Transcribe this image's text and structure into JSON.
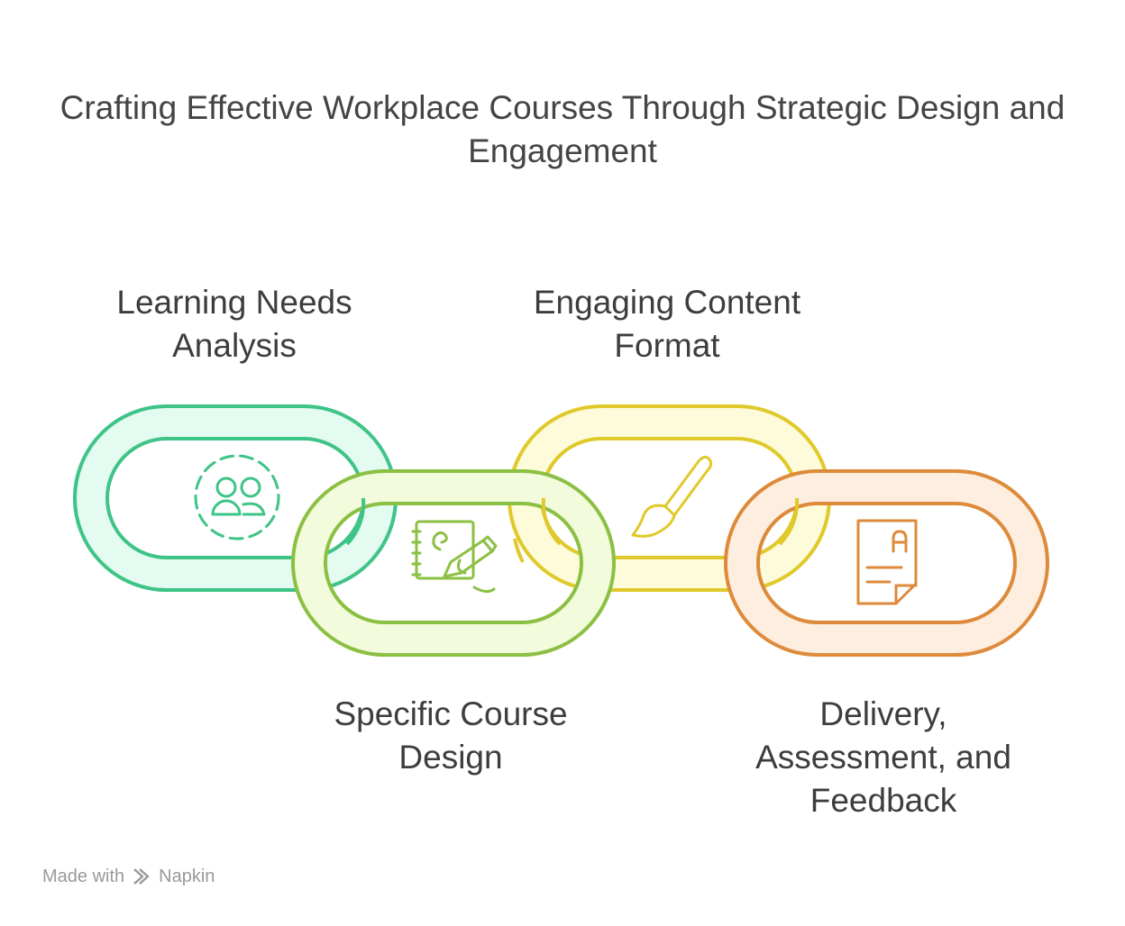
{
  "title": "Crafting Effective Workplace Courses Through Strategic Design and Engagement",
  "steps": [
    {
      "label": "Learning Needs Analysis",
      "icon": "people-group-icon",
      "stroke": "#3ec486",
      "fill": "#e3fbf0"
    },
    {
      "label": "Specific Course Design",
      "icon": "notebook-pen-icon",
      "stroke": "#8bc043",
      "fill": "#f2fbdc"
    },
    {
      "label": "Engaging Content Format",
      "icon": "paintbrush-icon",
      "stroke": "#e0c92a",
      "fill": "#fdfbd9"
    },
    {
      "label": "Delivery, Assessment, and Feedback",
      "icon": "graded-document-icon",
      "stroke": "#de8a3b",
      "fill": "#fdeee0"
    }
  ],
  "footer": {
    "made_with": "Made with",
    "brand": "Napkin"
  }
}
